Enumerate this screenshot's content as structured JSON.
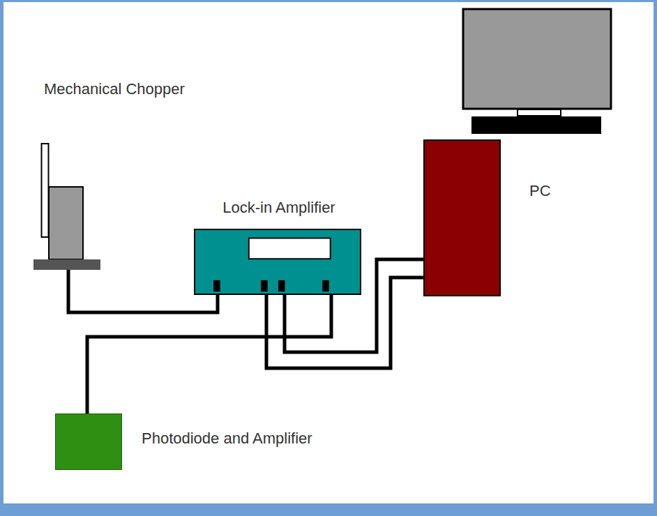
{
  "diagram": {
    "nodes": [
      {
        "text": [
          "Mechanical Chopper"
        ]
      },
      {
        "text": [
          "Lock-in Amplifier"
        ]
      },
      {
        "text": [
          "PC"
        ]
      },
      {
        "text": [
          "Photodiode and Amplifier"
        ]
      }
    ],
    "edges": [
      {
        "from": 0,
        "to": 1,
        "arrow": "none"
      },
      {
        "from": 3,
        "to": 1,
        "arrow": "none"
      },
      {
        "from": 1,
        "to": 2,
        "arrow": "none"
      },
      {
        "from": 1,
        "to": 2,
        "arrow": "none"
      }
    ]
  }
}
